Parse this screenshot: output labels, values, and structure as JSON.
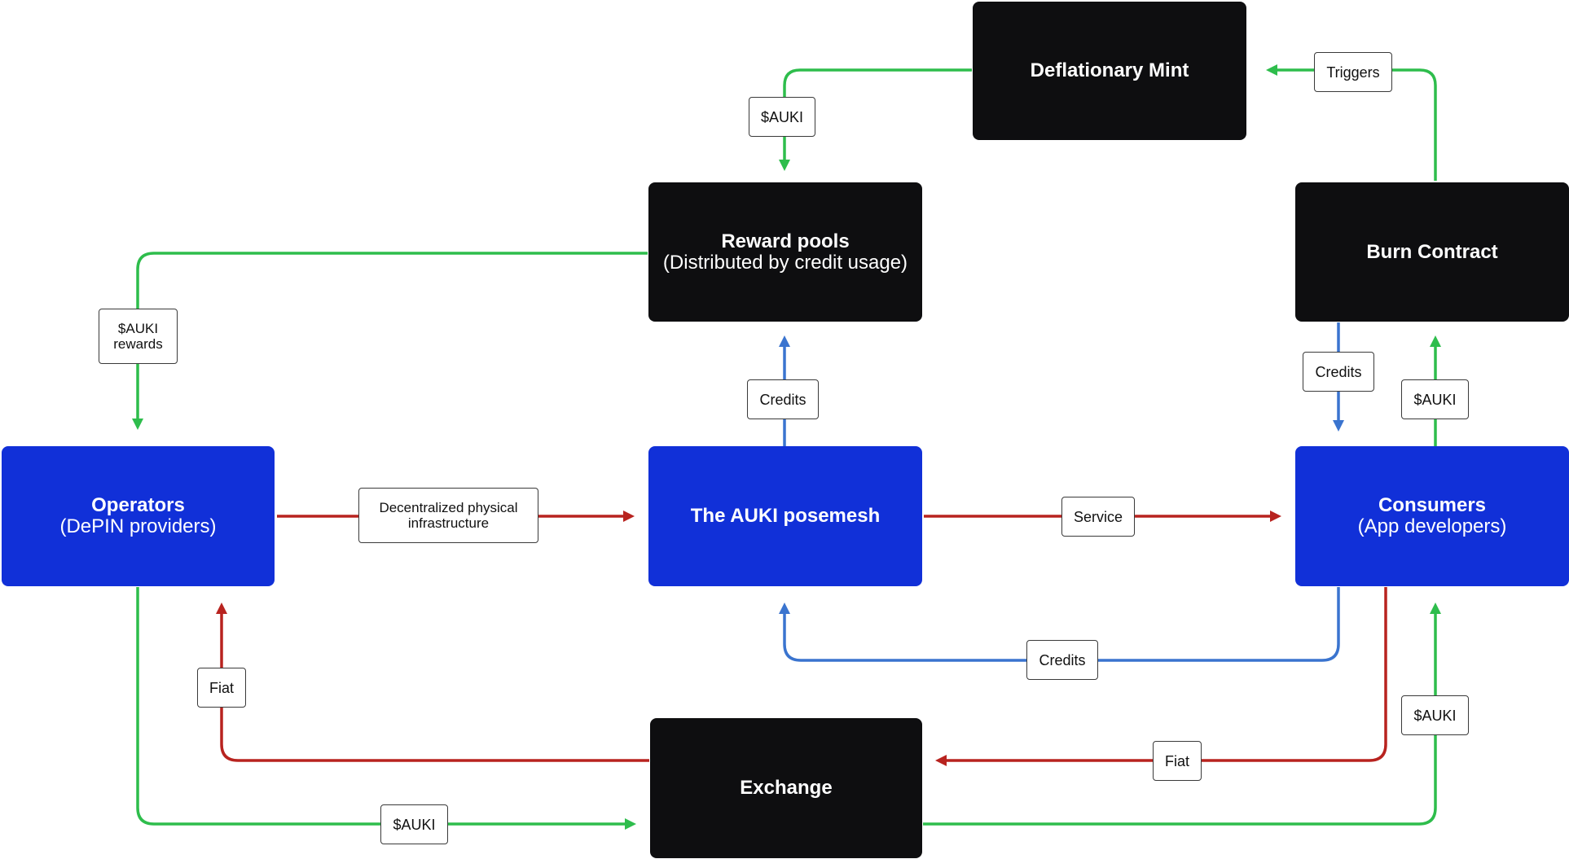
{
  "colors": {
    "green": "#2ebd4c",
    "red": "#b8231f",
    "blue": "#3a74cf",
    "node_dark": "#0e0e10",
    "node_blue": "#1130d8"
  },
  "nodes": {
    "deflationary_mint": {
      "title": "Deflationary Mint"
    },
    "reward_pools": {
      "title": "Reward pools",
      "subtitle": "(Distributed by credit usage)"
    },
    "burn_contract": {
      "title": "Burn Contract"
    },
    "operators": {
      "title": "Operators",
      "subtitle": "(DePIN providers)"
    },
    "posemesh": {
      "title": "The AUKI posemesh"
    },
    "consumers": {
      "title": "Consumers",
      "subtitle": "(App developers)"
    },
    "exchange": {
      "title": "Exchange"
    }
  },
  "edges": {
    "mint_to_rewards": {
      "label": "$AUKI",
      "color": "green"
    },
    "burn_triggers_mint": {
      "label": "Triggers",
      "color": "green"
    },
    "rewards_to_operators": {
      "line1": "$AUKI",
      "line2": "rewards",
      "color": "green"
    },
    "posemesh_to_rewards": {
      "label": "Credits",
      "color": "blue"
    },
    "burn_to_consumers": {
      "label": "Credits",
      "color": "blue"
    },
    "consumers_to_burn": {
      "label": "$AUKI",
      "color": "green"
    },
    "operators_to_posemesh": {
      "line1": "Decentralized physical",
      "line2": "infrastructure",
      "color": "red"
    },
    "posemesh_to_consumers": {
      "label": "Service",
      "color": "red"
    },
    "consumers_to_posemesh": {
      "label": "Credits",
      "color": "blue"
    },
    "exchange_to_operators": {
      "label": "Fiat",
      "color": "red"
    },
    "consumers_to_exchange": {
      "label": "Fiat",
      "color": "red"
    },
    "exchange_to_consumers": {
      "label": "$AUKI",
      "color": "green"
    },
    "operators_to_exchange": {
      "label": "$AUKI",
      "color": "green"
    }
  }
}
